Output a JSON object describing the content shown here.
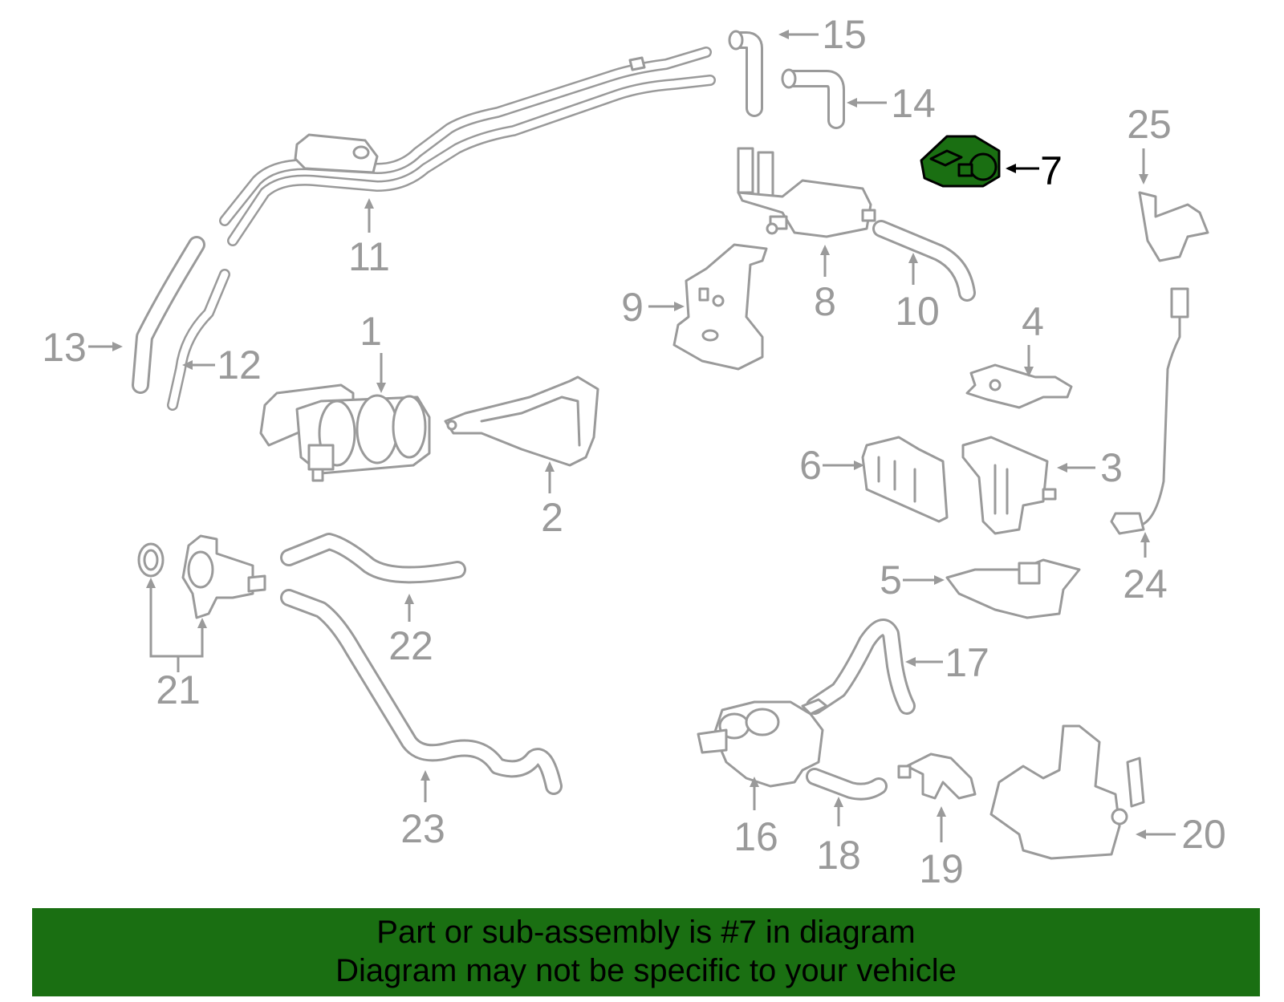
{
  "callouts": [
    "1",
    "2",
    "3",
    "4",
    "5",
    "6",
    "7",
    "8",
    "9",
    "10",
    "11",
    "12",
    "13",
    "14",
    "15",
    "16",
    "17",
    "18",
    "19",
    "20",
    "21",
    "22",
    "23",
    "24",
    "25"
  ],
  "highlighted_part": "7",
  "footer": {
    "line1": "Part or sub-assembly is #7 in diagram",
    "line2": "Diagram may not be specific to your vehicle"
  },
  "colors": {
    "highlight": "#1a6f12",
    "parts": "#9a9a9a",
    "background": "#ffffff"
  }
}
